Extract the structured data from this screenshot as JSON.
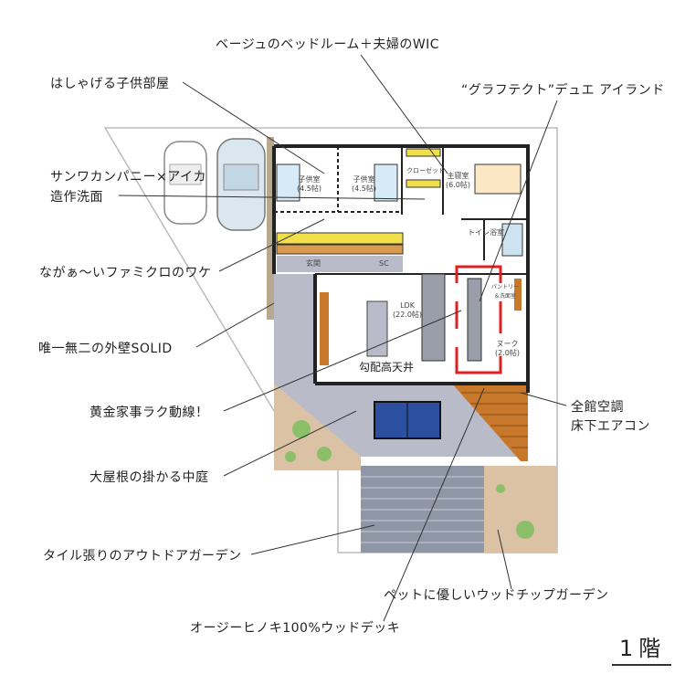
{
  "annotations": {
    "bedroom_wic": "ベージュのベッドルーム＋夫婦のWIC",
    "kids_room": "はしゃげる子供部屋",
    "island": "“グラフテクト”デュエ アイランド",
    "washbasin_line1": "サンワカンパニー×アイカ",
    "washbasin_line2": "造作洗面",
    "family_closet": "ながぁ〜いファミクロのワケ",
    "exterior_wall": "唯一無二の外壁SOLID",
    "housework_route": "黄金家事ラク動線！",
    "aircon_line1": "全館空調",
    "aircon_line2": "床下エアコン",
    "courtyard": "大屋根の掛かる中庭",
    "tile_garden": "タイル張りのアウトドアガーデン",
    "woodchip_garden": "ペットに優しいウッドチップガーデン",
    "wood_deck": "オージーヒノキ100%ウッドデッキ"
  },
  "rooms": {
    "kids1": "子供室",
    "kids1_size": "(4.5帖)",
    "kids2": "子供室",
    "kids2_size": "(4.5帖)",
    "closet": "クローゼット",
    "master": "主寝室",
    "master_size": "(6.0帖)",
    "toilet": "トイレ",
    "bath": "浴室",
    "entrance": "玄関",
    "sc": "SC",
    "ldk": "LDK",
    "ldk_size": "(22.0帖)",
    "pantry": "パントリー＆洗面室",
    "nook": "ヌーク",
    "nook_size": "(2.0帖)",
    "ceiling": "勾配高天井"
  },
  "floor_label": "1階",
  "colors": {
    "arrow": "#e02020",
    "wall": "#222222",
    "floor_gray": "#b9bcc8",
    "wood": "#c8782a",
    "yellow": "#f2e04a"
  }
}
